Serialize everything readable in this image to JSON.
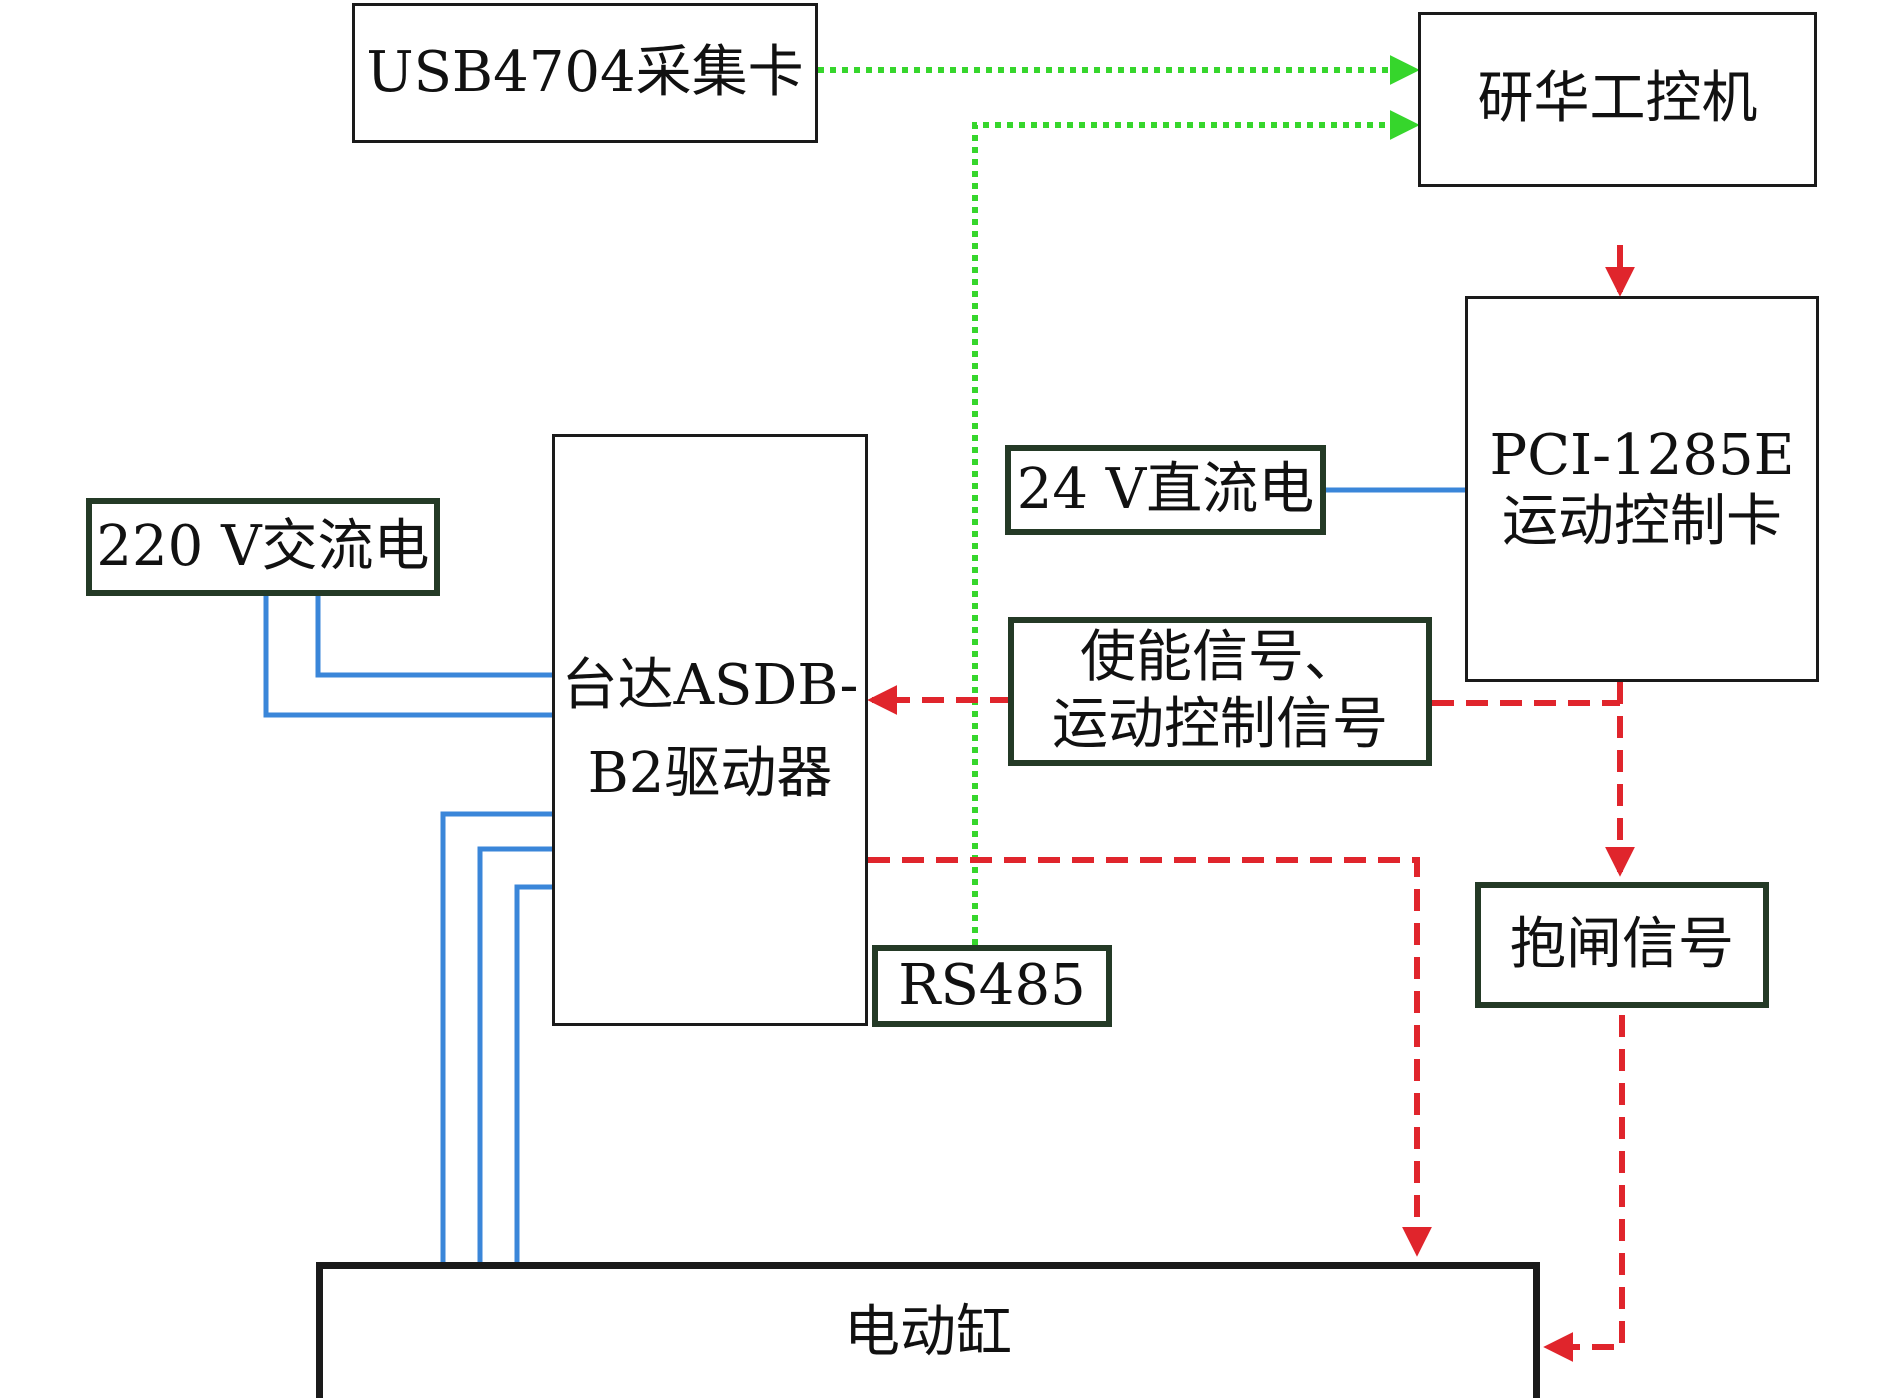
{
  "nodes": {
    "usb_card": "USB4704采集卡",
    "ipc": "研华工控机",
    "motion_card_line1": "PCI-1285E",
    "motion_card_line2": "运动控制卡",
    "dc24": "24 V直流电",
    "ac220": "220 V交流电",
    "driver_line1": "台达ASDB-",
    "driver_line2": "B2驱动器",
    "signals_line1": "使能信号、",
    "signals_line2": "运动控制信号",
    "rs485": "RS485",
    "brake": "抱闸信号",
    "actuator": "电动缸"
  },
  "colors": {
    "power_line": "#3a86d9",
    "rs485_line": "#36d62c",
    "control_line": "#e0252c"
  }
}
